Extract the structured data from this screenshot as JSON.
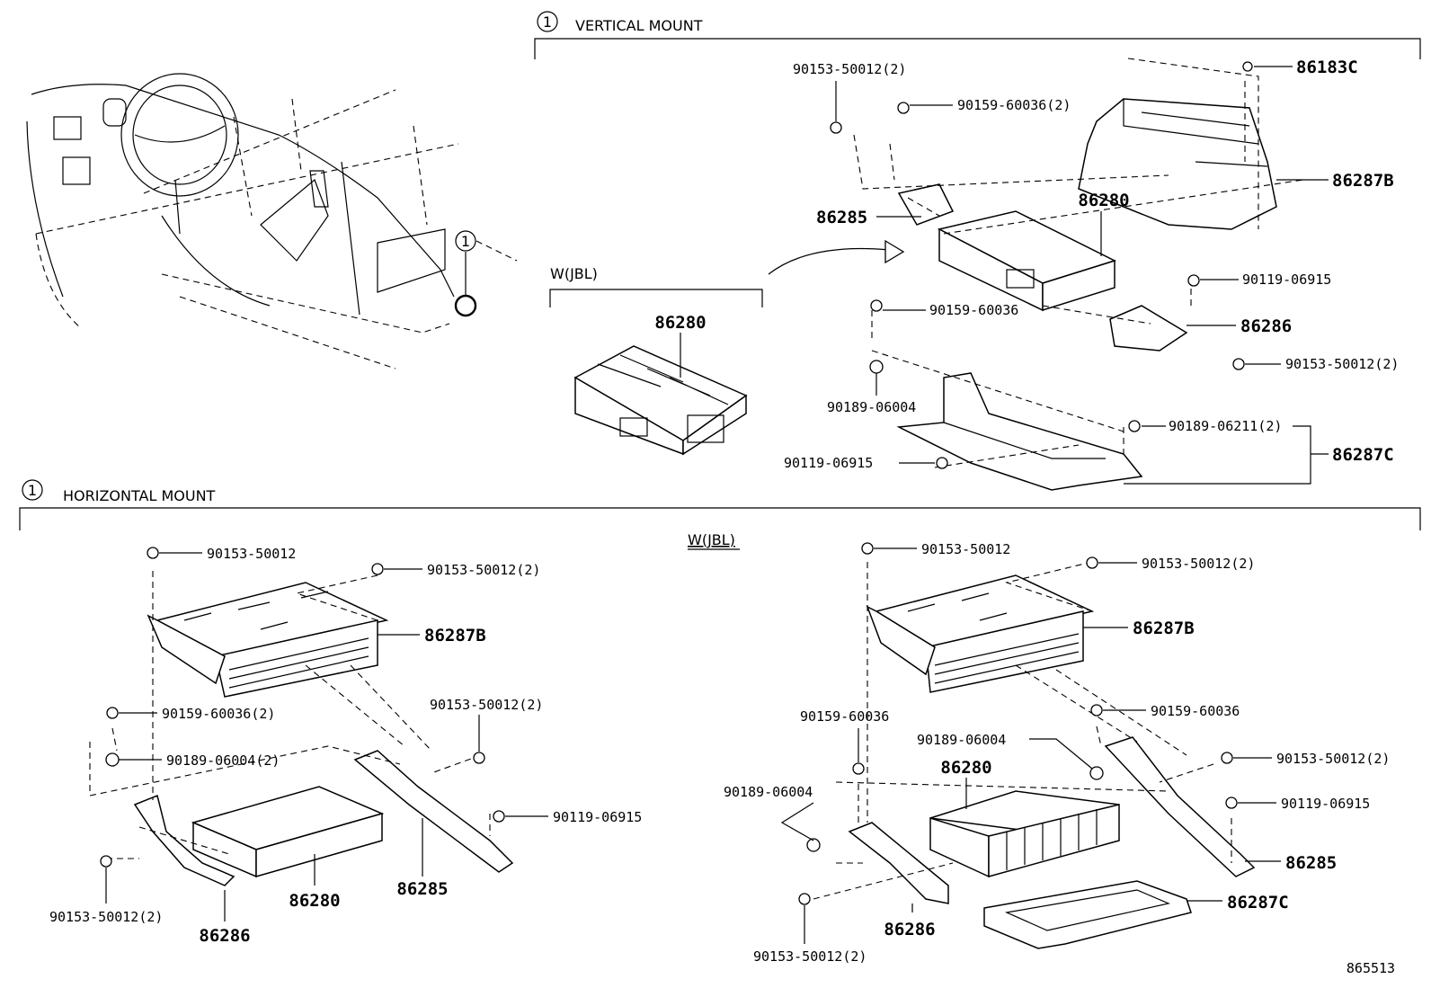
{
  "header_vertical": {
    "num": "1",
    "title": "VERTICAL MOUNT"
  },
  "header_horizontal": {
    "num": "1",
    "title": "HORIZONTAL MOUNT"
  },
  "callout_num": "1",
  "wjbl_vertical": "W(JBL)",
  "wjbl_horizontal": "W(JBL)",
  "image_code": "865513",
  "vertical_labels": {
    "b1": "90153-50012(2)",
    "b2": "90159-60036(2)",
    "clip": "86183C",
    "cover": "86287B",
    "bracket_left": "86285",
    "amp": "86280",
    "jbl_amp": "86280",
    "bolt_right": "90119-06915",
    "bolt_mid": "90159-60036",
    "bracket_right": "86286",
    "b3": "90153-50012(2)",
    "nut": "90189-06004",
    "nut2": "90189-06211(2)",
    "tray": "86287C",
    "bolt_low": "90119-06915"
  },
  "horizontal_left_labels": {
    "b1": "90153-50012",
    "b2": "90153-50012(2)",
    "cover": "86287B",
    "b3": "90159-60036(2)",
    "b4": "90153-50012(2)",
    "nut": "90189-06004(2)",
    "bolt": "90119-06915",
    "b5": "90153-50012(2)",
    "bracket_a": "86286",
    "amp": "86280",
    "bracket_b": "86285"
  },
  "horizontal_right_labels": {
    "b1": "90153-50012",
    "b2": "90153-50012(2)",
    "cover": "86287B",
    "b3": "90159-60036",
    "b4": "90159-60036",
    "nut": "90189-06004",
    "amp": "86280",
    "b5": "90153-50012(2)",
    "nut2": "90189-06004",
    "bolt": "90119-06915",
    "bracket_b": "86285",
    "tray": "86287C",
    "b6": "90153-50012(2)",
    "bracket_a": "86286"
  }
}
